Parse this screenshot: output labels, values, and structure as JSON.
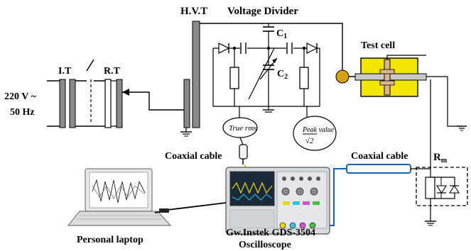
{
  "labels": {
    "hvt": "H.V.T",
    "voltage_divider": "Voltage Divider",
    "c1_main": "C",
    "c1_sub": "1",
    "c2_main": "C",
    "c2_sub": "2",
    "test_cell": "Test cell",
    "it": "I.T",
    "rt": "R.T",
    "supply_voltage": "220 V ~",
    "supply_freq": "50 Hz",
    "true_rms": "True rms",
    "peak_value": "Peak value",
    "sqrt2": "√2",
    "coax_left": "Coaxial cable",
    "coax_right": "Coaxial cable",
    "rm_main": "R",
    "rm_sub": "m",
    "laptop": "Personal laptop",
    "scope_model": "Gw.Instek GDS-3504",
    "scope_type": "Oscilloscope"
  },
  "colors": {
    "line": "#000000",
    "transformer_bar": "#8a8a8a",
    "test_cell_fill": "#f2e600",
    "electrode": "#d9b48c",
    "probe_ball": "#d4a017",
    "signal_wire": "#e8d800",
    "cable_blue": "#1c5fb0",
    "scope_body": "#d6d9de",
    "scope_screen": "#1b2a3a"
  }
}
